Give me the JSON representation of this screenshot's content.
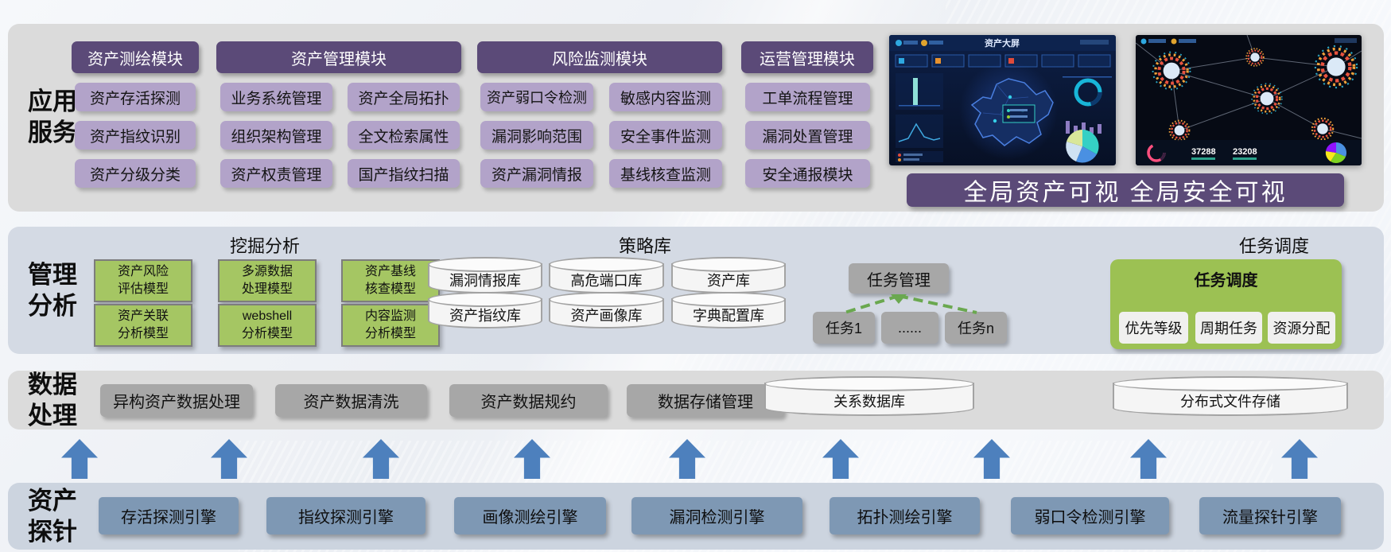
{
  "side_labels": {
    "app": [
      "应用",
      "服务"
    ],
    "mgmt": [
      "管理",
      "分析"
    ],
    "data": [
      "数据",
      "处理"
    ],
    "probe": [
      "资产",
      "探针"
    ]
  },
  "app": {
    "modules": [
      {
        "title": "资产测绘模块",
        "items": [
          "资产存活探测",
          "资产指纹识别",
          "资产分级分类"
        ]
      },
      {
        "title": "资产管理模块",
        "items": [
          "业务系统管理",
          "资产全局拓扑",
          "组织架构管理",
          "全文检索属性",
          "资产权责管理",
          "国产指纹扫描"
        ]
      },
      {
        "title": "风险监测模块",
        "items": [
          "资产弱口令检测",
          "敏感内容监测",
          "漏洞影响范围",
          "安全事件监测",
          "资产漏洞情报",
          "基线核查监测"
        ]
      },
      {
        "title": "运营管理模块",
        "items": [
          "工单流程管理",
          "漏洞处置管理",
          "安全通报模块"
        ]
      }
    ],
    "dashboard1": {
      "title": "资产大屏"
    },
    "dashboard2": {
      "stat1": "37288",
      "stat2": "23208"
    },
    "banner": "全局资产可视 全局安全可视"
  },
  "mgmt": {
    "mining": {
      "title": "挖掘分析",
      "models": [
        [
          "资产风险",
          "评估模型"
        ],
        [
          "多源数据",
          "处理模型"
        ],
        [
          "资产基线",
          "核查模型"
        ],
        [
          "资产关联",
          "分析模型"
        ],
        [
          "webshell",
          "分析模型"
        ],
        [
          "内容监测",
          "分析模型"
        ]
      ]
    },
    "policy": {
      "title": "策略库",
      "dbs": [
        "漏洞情报库",
        "高危端口库",
        "资产库",
        "资产指纹库",
        "资产画像库",
        "字典配置库"
      ]
    },
    "task": {
      "manager": "任务管理",
      "tasks": [
        "任务1",
        "......",
        "任务n"
      ]
    },
    "sched": {
      "title": "任务调度",
      "panel_title": "任务调度",
      "items": [
        "优先等级",
        "周期任务",
        "资源分配"
      ]
    }
  },
  "data": {
    "boxes": [
      "异构资产数据处理",
      "资产数据清洗",
      "资产数据规约",
      "数据存储管理"
    ],
    "dbs": [
      "关系数据库",
      "分布式文件存储"
    ]
  },
  "probe": {
    "engines": [
      "存活探测引擎",
      "指纹探测引擎",
      "画像测绘引擎",
      "漏洞检测引擎",
      "拓扑测绘引擎",
      "弱口令检测引擎",
      "流量探针引擎"
    ]
  },
  "colors": {
    "purple_header": "#5b4a78",
    "purple_item": "#b2a3c9",
    "green_box": "#a5c663",
    "green_panel": "#9cc153",
    "gray_box": "#a7a7a7",
    "engine_box": "#7e98b4",
    "arrow": "#4d80bd",
    "banner_bg": "#5b4a78"
  }
}
